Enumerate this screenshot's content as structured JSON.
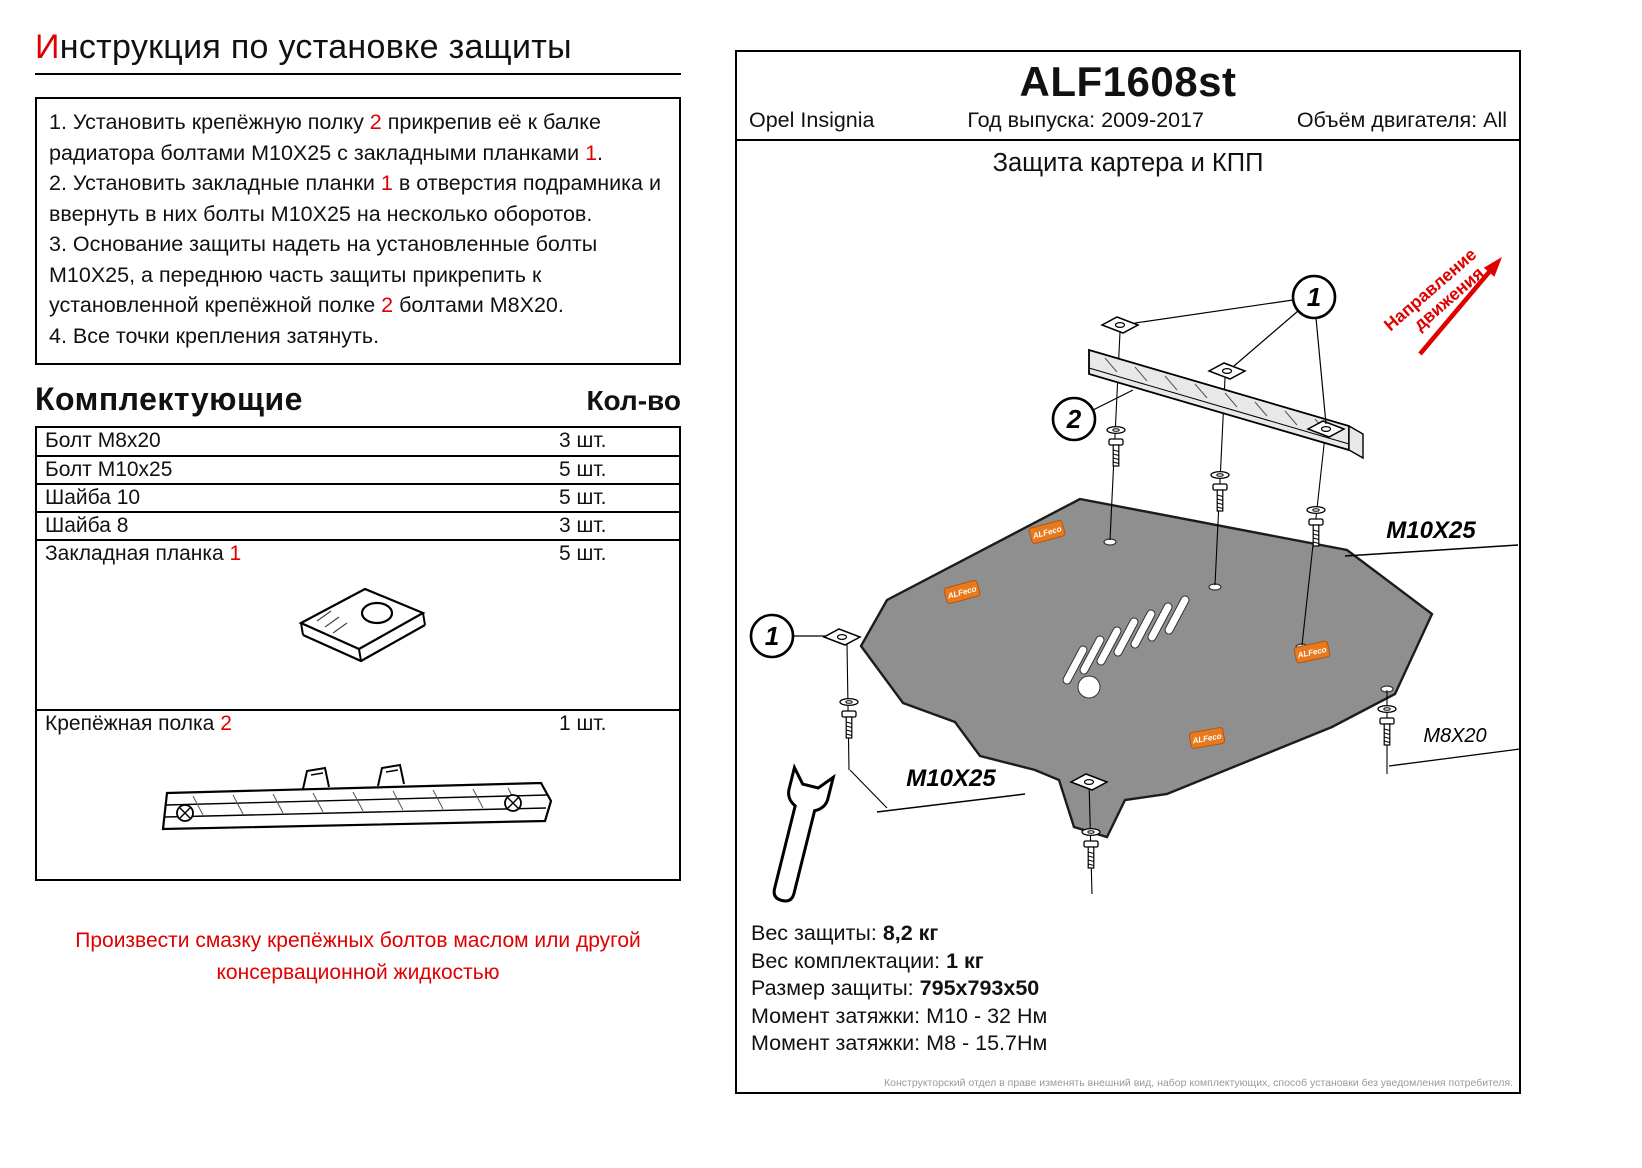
{
  "colors": {
    "accent_red": "#e00000",
    "tag_orange": "#e87a1e",
    "plate_gray": "#8f8f8f",
    "shelf_gray": "#e8e8e8"
  },
  "page": {
    "title_first": "И",
    "title_rest": "нструкция по установке защиты"
  },
  "instructions": {
    "i1": {
      "a": "1. Установить крепёжную полку ",
      "num": "2",
      "b": " прикрепив её к балке радиатора болтами М10Х25 с закладными планками ",
      "num2": "1",
      "c": "."
    },
    "i2": {
      "a": "2. Установить закладные планки ",
      "num": "1",
      "b": " в отверстия подрамника и ввернуть в них болты М10Х25 на несколько оборотов."
    },
    "i3": {
      "a": "3. Основание защиты надеть на установленные болты М10Х25, а переднюю часть защиты прикрепить к установленной крепёжной полке ",
      "num": "2",
      "b": " болтами М8Х20."
    },
    "i4": {
      "a": "4. Все точки крепления затянуть."
    }
  },
  "components": {
    "heading": "Комплектующие",
    "qty_heading": "Кол-во",
    "rows": [
      {
        "label": "Болт М8х20",
        "qty": "3 шт."
      },
      {
        "label": "Болт М10х25",
        "qty": "5 шт."
      },
      {
        "label": "Шайба 10",
        "qty": "5 шт."
      },
      {
        "label": "Шайба 8",
        "qty": "3 шт."
      },
      {
        "label": "Закладная планка ",
        "num": "1",
        "qty": "5 шт."
      },
      {
        "label": "Крепёжная полка ",
        "num": "2",
        "qty": "1 шт."
      }
    ]
  },
  "note": "Произвести смазку крепёжных болтов маслом или другой консервационной жидкостью",
  "product": {
    "code": "ALF1608st",
    "model": "Opel Insignia",
    "year": "Год выпуска: 2009-2017",
    "engine": "Объём двигателя: All",
    "diagram_title": "Защита картера и КПП"
  },
  "diagram": {
    "callout_1": "1",
    "callout_2": "2",
    "direction_line1": "Направление",
    "direction_line2": "движения",
    "label_m10x25_right": "M10X25",
    "label_m8x20": "М8X20",
    "label_m10x25_left": "M10X25",
    "brand_tag": "ALFeco"
  },
  "specs": {
    "weight_label": "Вес защиты:",
    "weight_value": "8,2 кг",
    "kit_weight_label": "Вес комплектации:",
    "kit_weight_value": "1 кг",
    "size_label": "Размер защиты:",
    "size_value": "795x793x50",
    "torque1_label": "Момент затяжки:",
    "torque1_value": "М10 - 32 Нм",
    "torque2_label": "Момент затяжки:",
    "torque2_value": "М8 - 15.7Нм"
  },
  "footer": "Конструкторский отдел в праве изменять внешний вид, набор комплектующих, способ установки без уведомления потребителя."
}
